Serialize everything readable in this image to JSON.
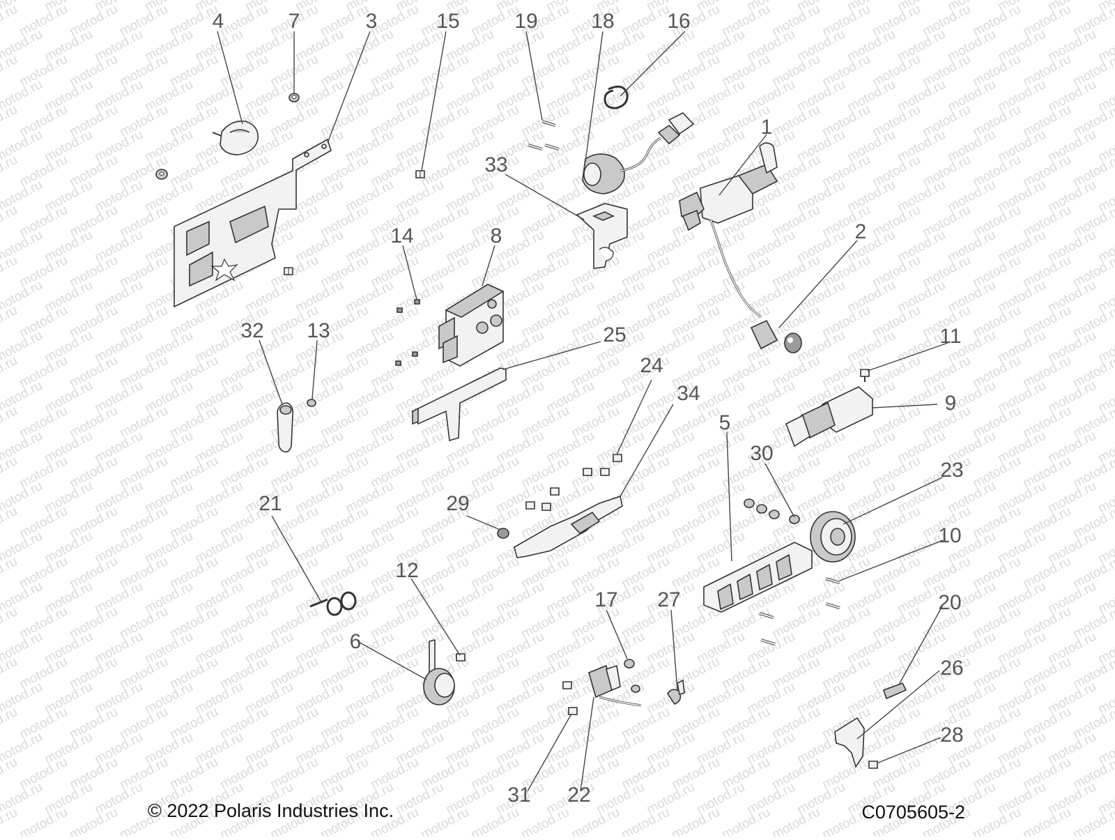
{
  "watermark": {
    "text": "motod.ru"
  },
  "copyright": "© 2022 Polaris Industries Inc.",
  "figure_id": "C0705605-2",
  "callouts": [
    "1",
    "2",
    "3",
    "4",
    "5",
    "6",
    "7",
    "8",
    "9",
    "10",
    "11",
    "12",
    "13",
    "14",
    "15",
    "16",
    "17",
    "18",
    "19",
    "20",
    "21",
    "22",
    "23",
    "24",
    "25",
    "26",
    "27",
    "28",
    "29",
    "30",
    "31",
    "32",
    "33",
    "34"
  ]
}
